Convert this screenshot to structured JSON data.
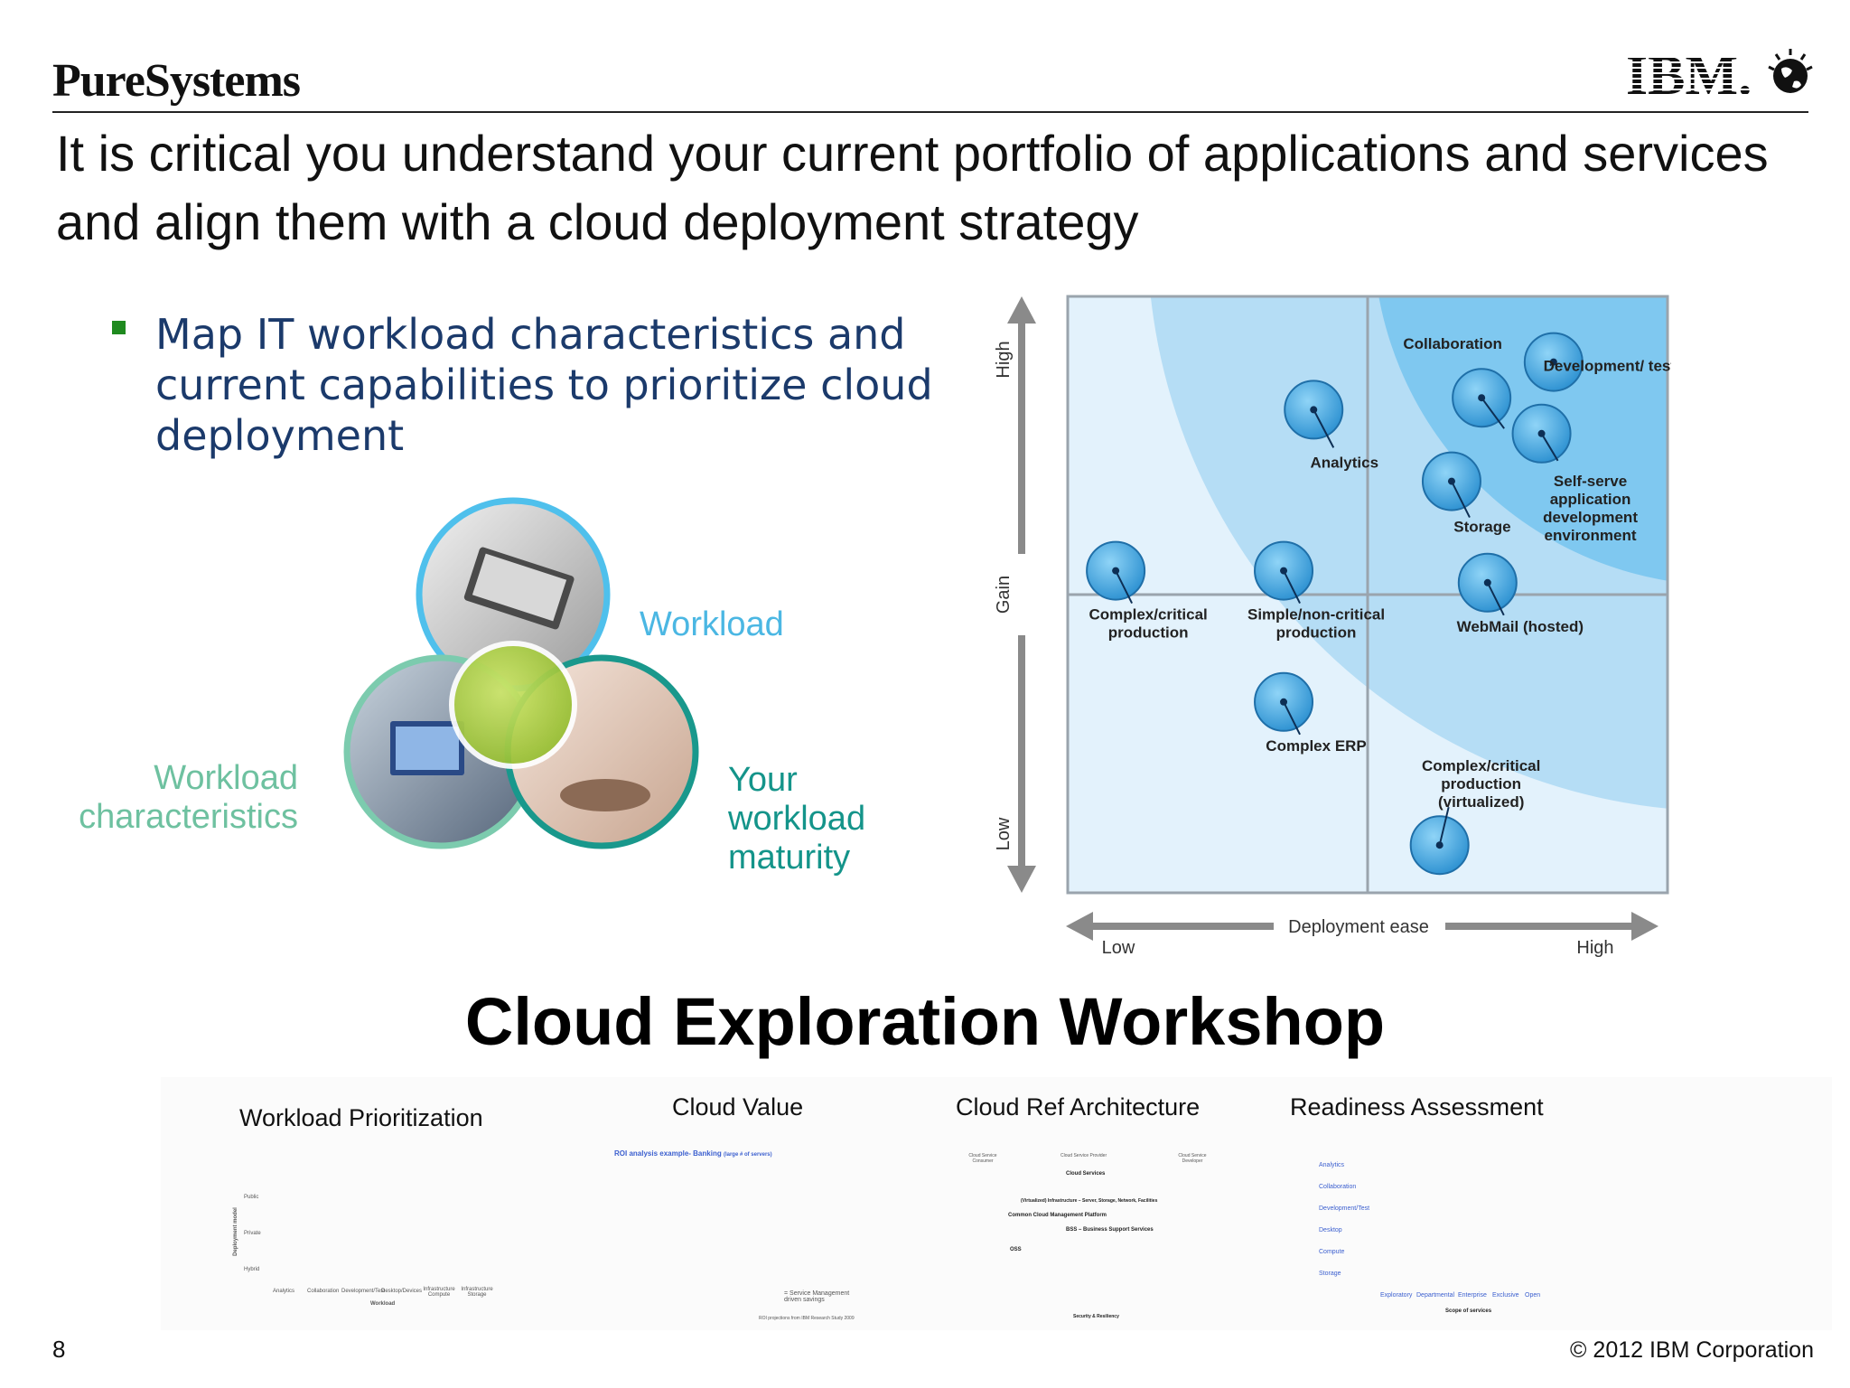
{
  "header": {
    "brand": "PureSystems",
    "logo_text": "IBM."
  },
  "slide": {
    "title": "It is critical you understand your current portfolio of applications and services and align them with a cloud deployment strategy",
    "bullet": "Map IT workload characteristics and current capabilities to prioritize cloud deployment"
  },
  "venn": {
    "workload": "Workload",
    "characteristics_1": "Workload",
    "characteristics_2": "characteristics",
    "maturity_1": "Your",
    "maturity_2": "workload",
    "maturity_3": "maturity"
  },
  "chart_data": {
    "type": "scatter",
    "title": "",
    "xlabel": "Deployment ease",
    "ylabel": "Gain",
    "x_low": "Low",
    "x_high": "High",
    "y_low": "Low",
    "y_high": "High",
    "xlim": [
      0,
      1
    ],
    "ylim": [
      0,
      1
    ],
    "grid": "quadrants",
    "points": [
      {
        "label": "Collaboration",
        "x": 0.69,
        "y": 0.83
      },
      {
        "label": "Development/ test",
        "x": 0.81,
        "y": 0.89
      },
      {
        "label": "Analytics",
        "x": 0.41,
        "y": 0.81
      },
      {
        "label": "Self-serve application development environment",
        "x": 0.79,
        "y": 0.77
      },
      {
        "label": "Storage",
        "x": 0.64,
        "y": 0.69
      },
      {
        "label": "Complex/critical production",
        "x": 0.08,
        "y": 0.54
      },
      {
        "label": "Simple/non-critical production",
        "x": 0.36,
        "y": 0.54
      },
      {
        "label": "WebMail (hosted)",
        "x": 0.7,
        "y": 0.52
      },
      {
        "label": "Complex ERP",
        "x": 0.36,
        "y": 0.32
      },
      {
        "label": "Complex/critical production (virtualized)",
        "x": 0.62,
        "y": 0.08
      }
    ]
  },
  "workshop": {
    "title": "Cloud Exploration Workshop",
    "items": [
      {
        "title": "Workload Prioritization"
      },
      {
        "title": "Cloud Value"
      },
      {
        "title": "Cloud Ref Architecture"
      },
      {
        "title": "Readiness Assessment"
      }
    ],
    "thumb_workload": {
      "rows": [
        "Public",
        "Private",
        "Hybrid"
      ],
      "ylabel": "Deployment model",
      "cols": [
        "Analytics",
        "Collaboration",
        "Development/Test",
        "Desktop/Devices",
        "Infrastructure Compute",
        "Infrastructure Storage"
      ],
      "xlabel": "Workload"
    },
    "thumb_value": {
      "heading": "ROI analysis example- Banking",
      "heading_note": "(large # of servers)",
      "legend": "= Service Management driven savings",
      "footer": "ROI projections from IBM Research Study 2009"
    },
    "thumb_arch": {
      "col_1": "Cloud Service Consumer",
      "col_2": "Cloud Service Provider",
      "col_3": "Cloud Service Developer",
      "cloud_services": "Cloud Services",
      "infra": "(Virtualized) Infrastructure – Server, Storage, Network, Facilities",
      "ccmp": "Common Cloud Management Platform",
      "bss": "BSS – Business Support Services",
      "oss": "OSS",
      "security": "Security & Resiliency"
    },
    "thumb_readiness": {
      "rows": [
        "Analytics",
        "Collaboration",
        "Development/Test",
        "Desktop",
        "Compute",
        "Storage"
      ],
      "cols": [
        "Exploratory",
        "Departmental",
        "Enterprise",
        "Exclusive",
        "Open"
      ],
      "xlabel": "Scope of services"
    }
  },
  "footer": {
    "page": "8",
    "copyright": "© 2012 IBM Corporation"
  },
  "colors": {
    "bullet": "#1f8a1f",
    "text_blue": "#1b3a6b",
    "quadrant_light": "#e3f2fc",
    "quadrant_mid": "#b5ddf5",
    "quadrant_dark": "#7fc8f0"
  }
}
